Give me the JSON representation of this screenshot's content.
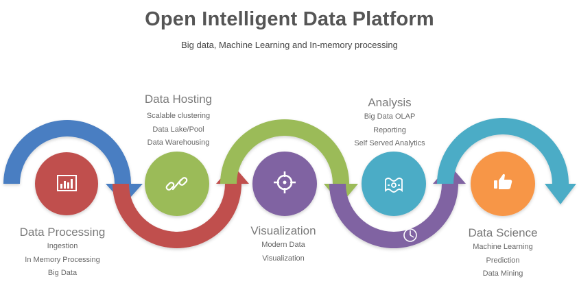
{
  "header": {
    "title": "Open Intelligent Data Platform",
    "subtitle": "Big data, Machine Learning and In-memory processing"
  },
  "colors": {
    "blue": "#4a7ec2",
    "red": "#c0504d",
    "green": "#9bbb59",
    "purple": "#8064a2",
    "teal": "#4bacc6",
    "orange": "#f79646"
  },
  "steps": [
    {
      "title": "Data Processing",
      "items": [
        "Ingestion",
        "In Memory Processing",
        "Big Data"
      ],
      "icon": "bar-chart-icon",
      "color": "#c0504d"
    },
    {
      "title": "Data Hosting",
      "items": [
        "Scalable clustering",
        "Data Lake/Pool",
        "Data Warehousing"
      ],
      "icon": "chain-link-icon",
      "color": "#9bbb59"
    },
    {
      "title": "Visualization",
      "items": [
        "Modern Data",
        "Visualization"
      ],
      "icon": "crosshair-icon",
      "color": "#8064a2"
    },
    {
      "title": "Analysis",
      "items": [
        "Big Data OLAP",
        "Reporting",
        "Self Served Analytics"
      ],
      "icon": "money-icon",
      "color": "#4bacc6"
    },
    {
      "title": "Data Science",
      "items": [
        "Machine Learning",
        "Prediction",
        "Data Mining"
      ],
      "icon": "thumbs-up-icon",
      "color": "#f79646"
    }
  ]
}
